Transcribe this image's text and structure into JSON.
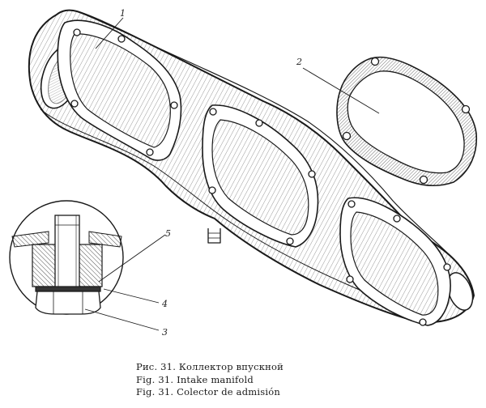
{
  "figure": {
    "callouts": [
      "1",
      "2",
      "3",
      "4",
      "5"
    ]
  },
  "caption": {
    "ru": "Рис. 31. Коллектор впускной",
    "en": "Fig. 31. Intake manifold",
    "es": "Fig. 31. Colector de admisión"
  }
}
